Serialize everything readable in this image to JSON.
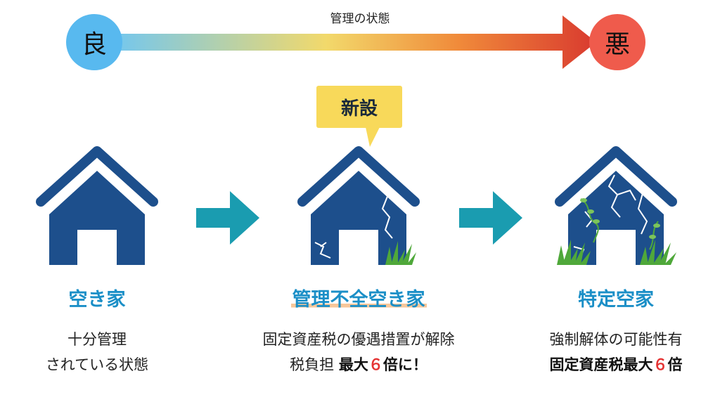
{
  "scale": {
    "label": "管理の状態",
    "good": "良",
    "bad": "悪",
    "gradient": [
      "#6ec6f4",
      "#f2d96b",
      "#f08a3a",
      "#d93a2f"
    ]
  },
  "badge": {
    "label": "新設",
    "color": "#f8d95a"
  },
  "stages": [
    {
      "title": "空き家",
      "desc_line1": "十分管理",
      "desc_line2": "されている状態"
    },
    {
      "title": "管理不全空き家",
      "desc_line1": "固定資産税の優遇措置が解除",
      "desc_line2_a": "税負担 ",
      "desc_line2_b": "最大",
      "desc_line2_c": "６",
      "desc_line2_d": "倍に！"
    },
    {
      "title": "特定空家",
      "desc_line1": "強制解体の可能性有",
      "desc_line2_a": "固定資産税最大",
      "desc_line2_b": "６",
      "desc_line2_c": "倍"
    }
  ],
  "colors": {
    "house": "#1d4f8c",
    "step_arrow": "#1a9cb0",
    "title": "#1b8fc7",
    "emphasis": "#e53333"
  },
  "icons": [
    "gradient-arrow-icon",
    "house-icon",
    "cracked-house-icon",
    "ruined-house-icon",
    "right-arrow-icon",
    "grass-icon"
  ]
}
